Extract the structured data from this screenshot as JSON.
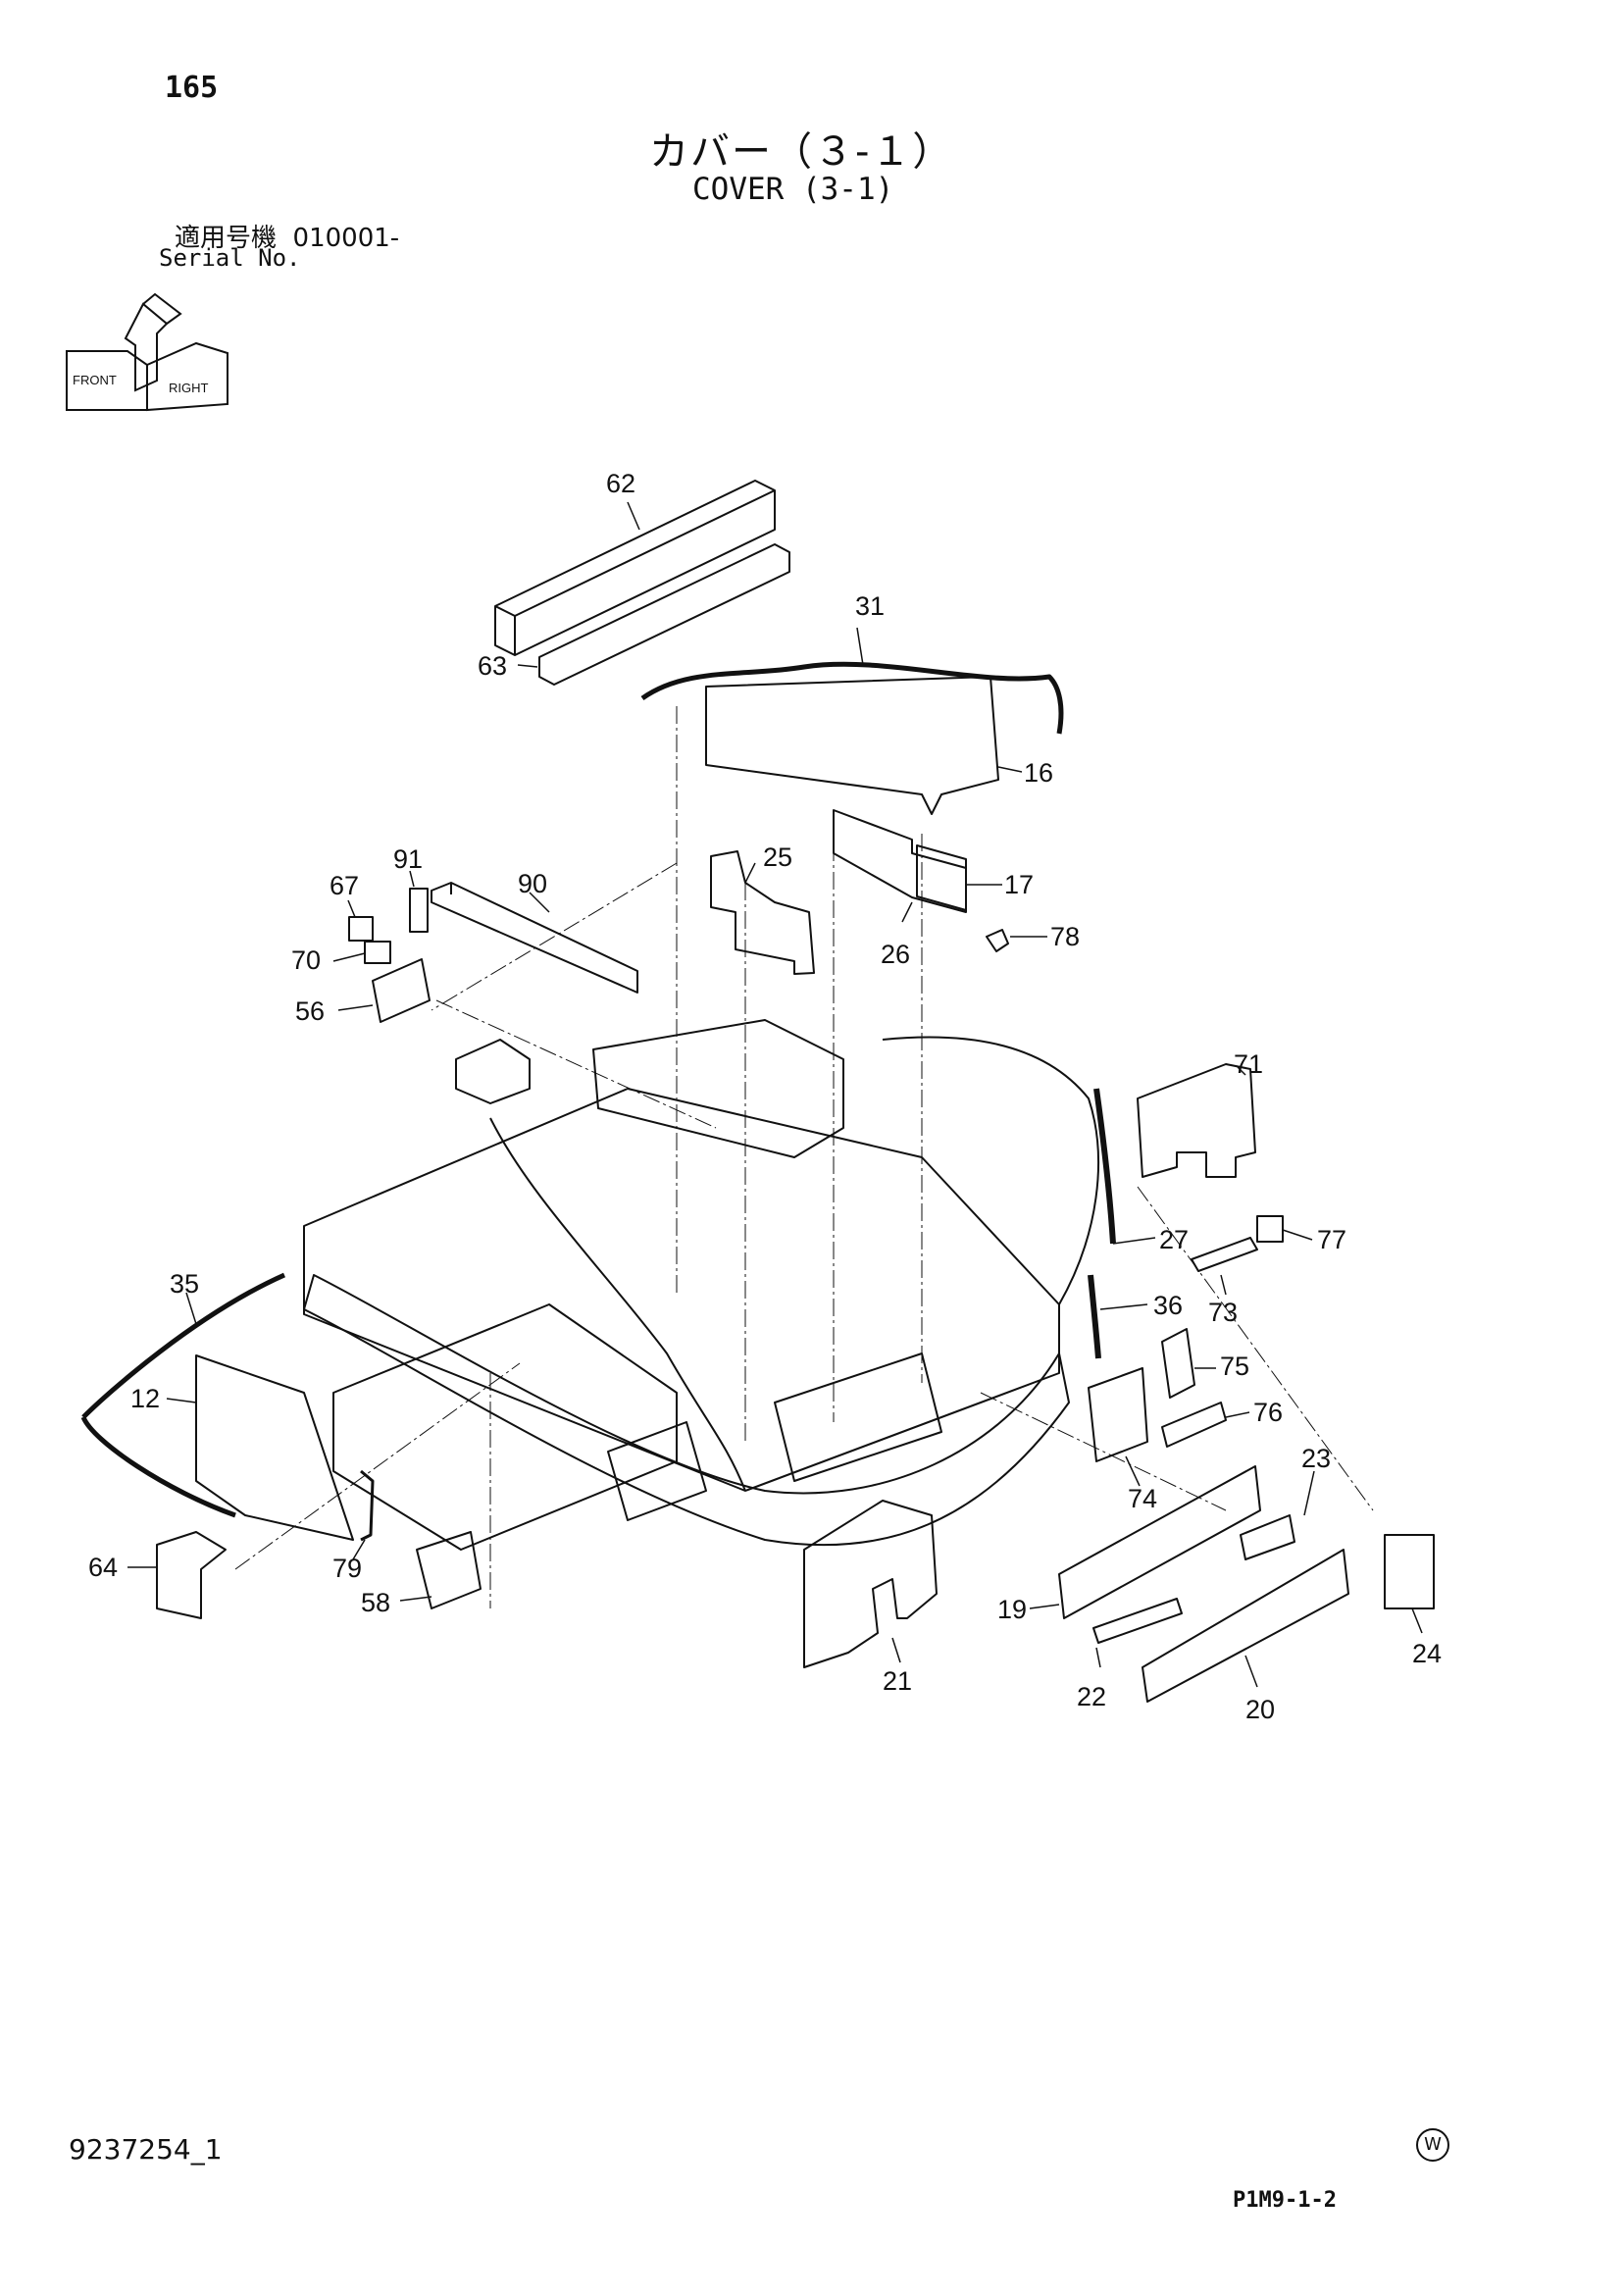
{
  "header": {
    "page_number": "165",
    "title_jp": "カバー（３-１）",
    "title_en": "COVER (3-1)",
    "serial_label_jp": "適用号機",
    "serial_value": "010001-",
    "serial_label_en": "Serial No."
  },
  "orientation_icon": {
    "icon": "orientation-cube-icon",
    "labels": [
      "FRONT",
      "RIGHT"
    ]
  },
  "callouts": [
    "62",
    "31",
    "63",
    "16",
    "91",
    "90",
    "25",
    "67",
    "17",
    "78",
    "70",
    "26",
    "56",
    "71",
    "27",
    "77",
    "35",
    "36",
    "73",
    "75",
    "12",
    "76",
    "23",
    "74",
    "64",
    "79",
    "58",
    "19",
    "21",
    "24",
    "22",
    "20"
  ],
  "footer": {
    "doc_number": "9237254_1",
    "mark": "W",
    "page_code": "P1M9-1-2"
  },
  "colors": {
    "ink": "#111111",
    "paper": "#ffffff"
  }
}
